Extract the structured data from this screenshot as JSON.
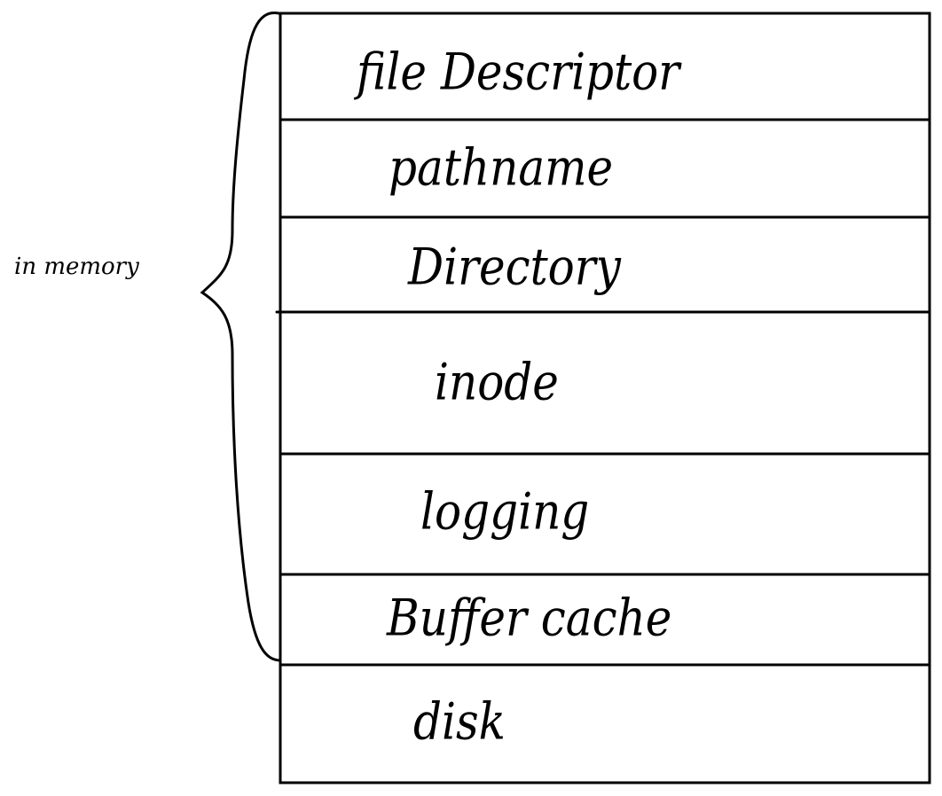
{
  "diagram": {
    "brace_label": "in memory",
    "layers": [
      {
        "label": "file Descriptor"
      },
      {
        "label": "pathname"
      },
      {
        "label": "Directory"
      },
      {
        "label": "inode"
      },
      {
        "label": "logging"
      },
      {
        "label": "Buffer cache"
      },
      {
        "label": "disk"
      }
    ]
  }
}
